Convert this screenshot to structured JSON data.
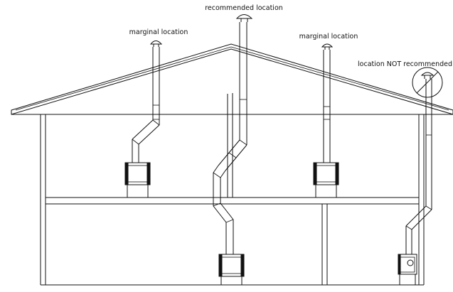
{
  "labels": {
    "recommended": "recommended location",
    "marginal_left": "marginal location",
    "marginal_right": "marginal location",
    "not_recommended": "location NOT recommended"
  },
  "colors": {
    "line": "#111111",
    "background": "#ffffff"
  }
}
